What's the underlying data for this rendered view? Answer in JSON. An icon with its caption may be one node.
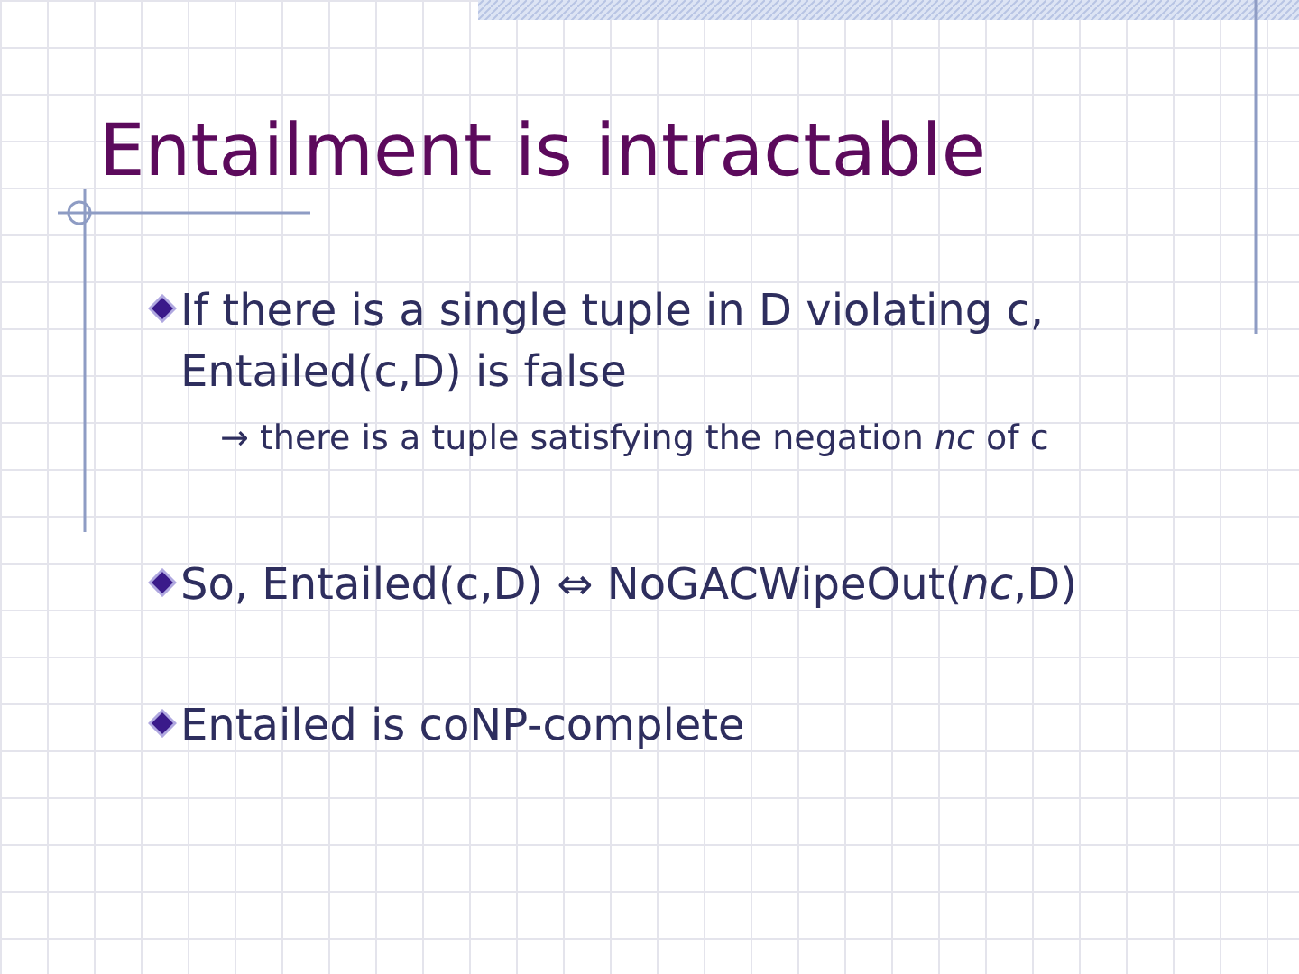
{
  "diagram": {
    "title": "Entailment is intractable",
    "labels": [
      "If there is a single tuple in D violating c, Entailed(c,D) is false",
      "→ there is a tuple satisfying the negation *nc* of c",
      "So, Entailed(c,D) ⇔ NoGACWipeOut(*nc*,D)",
      "Entailed is coNP-complete"
    ]
  }
}
